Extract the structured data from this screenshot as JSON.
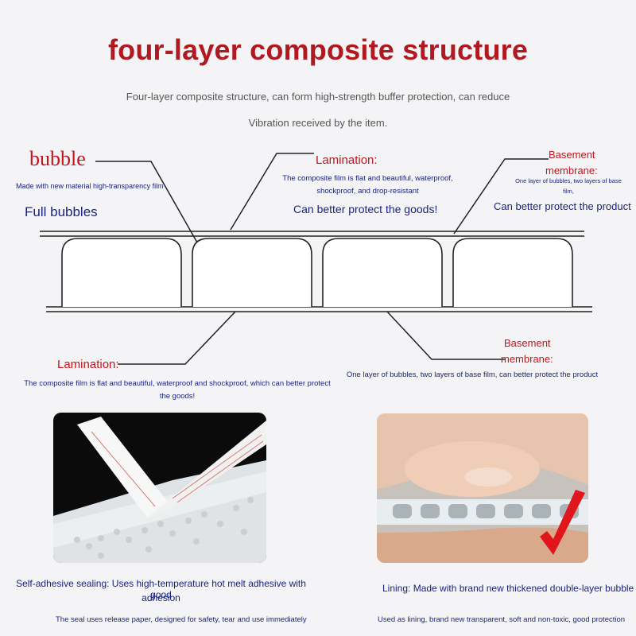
{
  "header": {
    "title": "four-layer composite structure",
    "subtitle_line1": "Four-layer composite structure, can form high-strength buffer protection, can reduce",
    "subtitle_line2": "Vibration received by the item."
  },
  "callouts": {
    "bubble": {
      "title": "bubble",
      "desc": "Made with new material high-transparency film",
      "extra": "Full bubbles"
    },
    "top_lamination": {
      "title": "Lamination:",
      "desc1": "The composite film is flat and beautiful, waterproof,",
      "desc2": "shockproof, and drop-resistant",
      "tagline": "Can better protect the goods!"
    },
    "top_basement": {
      "title1": "Basement",
      "title2": "membrane:",
      "desc1": "One layer of bubbles, two layers of base",
      "desc2": "film,",
      "tagline": "Can better protect the product"
    },
    "bottom_lamination": {
      "title": "Lamination:",
      "desc1": "The composite film is flat and beautiful, waterproof and shockproof, which can better protect",
      "desc2": "the goods!"
    },
    "bottom_basement": {
      "title1": "Basement",
      "title2": "membrane:",
      "desc": "One layer of bubbles, two layers of base film, can better protect the product"
    }
  },
  "photos": {
    "left": {
      "caption1": "Self-adhesive sealing: Uses high-temperature hot melt adhesive with good",
      "caption2": "adhesion",
      "note": "The seal uses release paper, designed for safety, tear and use immediately"
    },
    "right": {
      "caption": "Lining: Made with brand new thickened double-layer bubble wrap",
      "note": "Used as lining, brand new transparent, soft and non-toxic, good protection"
    }
  },
  "colors": {
    "title_red": "#b0191f",
    "label_red": "#c4141b",
    "navy": "#1a237e",
    "checkmark": "#e0161c"
  }
}
